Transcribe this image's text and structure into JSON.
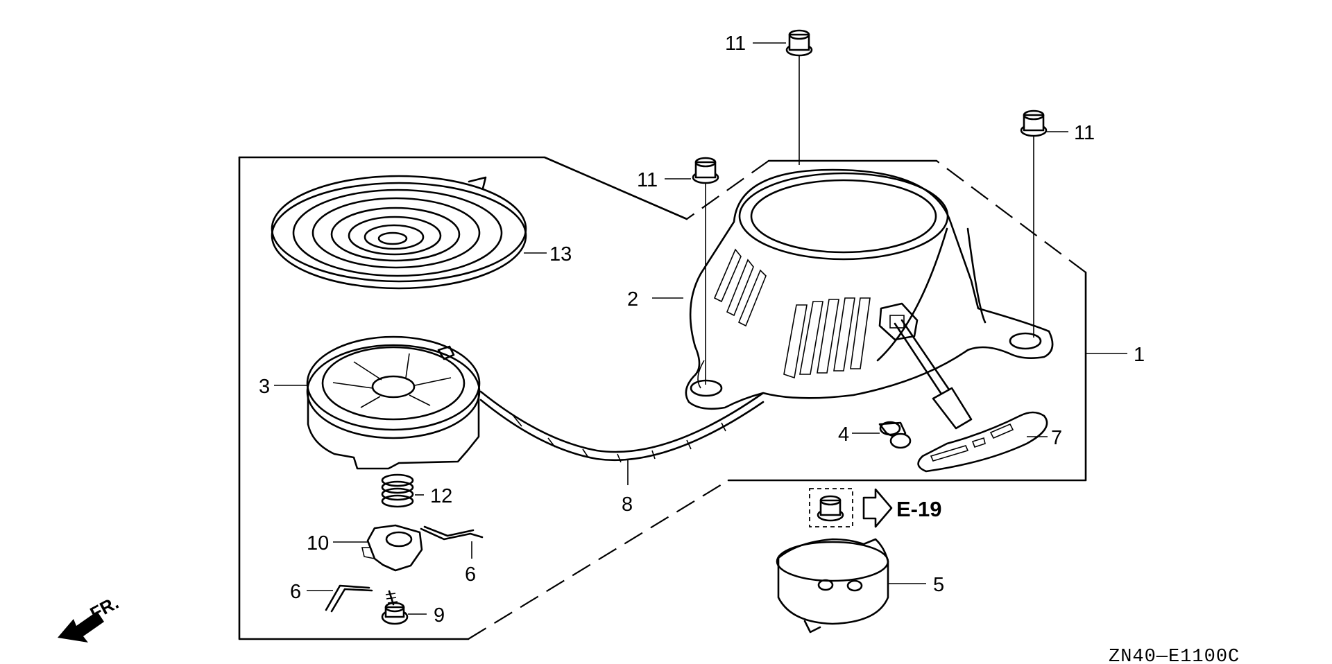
{
  "diagram": {
    "code": "ZN40—E1100C",
    "reference": "E-19",
    "direction": "FR.",
    "callouts": [
      {
        "id": "c1",
        "text": "1"
      },
      {
        "id": "c2",
        "text": "2"
      },
      {
        "id": "c3",
        "text": "3"
      },
      {
        "id": "c4",
        "text": "4"
      },
      {
        "id": "c5",
        "text": "5"
      },
      {
        "id": "c6a",
        "text": "6"
      },
      {
        "id": "c6b",
        "text": "6"
      },
      {
        "id": "c7",
        "text": "7"
      },
      {
        "id": "c8",
        "text": "8"
      },
      {
        "id": "c9",
        "text": "9"
      },
      {
        "id": "c10",
        "text": "10"
      },
      {
        "id": "c11a",
        "text": "11"
      },
      {
        "id": "c11b",
        "text": "11"
      },
      {
        "id": "c11c",
        "text": "11"
      },
      {
        "id": "c12",
        "text": "12"
      },
      {
        "id": "c13",
        "text": "13"
      }
    ]
  }
}
